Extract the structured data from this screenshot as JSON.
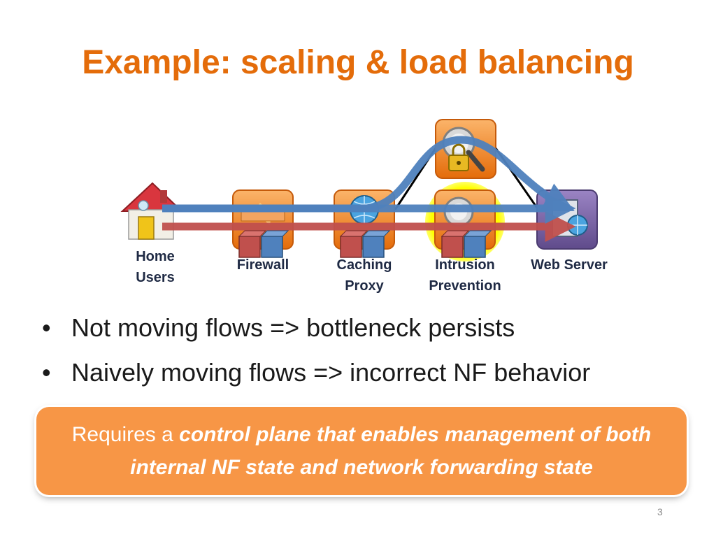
{
  "slide": {
    "title": "Example: scaling & load balancing",
    "page_number": "3"
  },
  "diagram": {
    "nodes": [
      {
        "label": "Home\nUsers",
        "icon": "house-icon"
      },
      {
        "label": "Firewall",
        "icon": "firewall-icon"
      },
      {
        "label": "Caching\nProxy",
        "icon": "globe-icon"
      },
      {
        "label": "Intrusion\nPrevention",
        "icon": "magnifier-lock-icon"
      },
      {
        "label": "Web Server",
        "icon": "server-globe-icon"
      }
    ],
    "colors": {
      "nf_box": "#f79646",
      "server_box": "#8064a2",
      "flow_blue": "#4f81bd",
      "flow_red": "#c0504d",
      "highlight": "#ffff00"
    }
  },
  "bullets": [
    "Not moving flows => bottleneck persists",
    "Naively moving flows => incorrect NF behavior"
  ],
  "callout": {
    "prefix": "Requires a ",
    "emphasis": "control plane that enables management of both internal NF state and network forwarding state"
  }
}
